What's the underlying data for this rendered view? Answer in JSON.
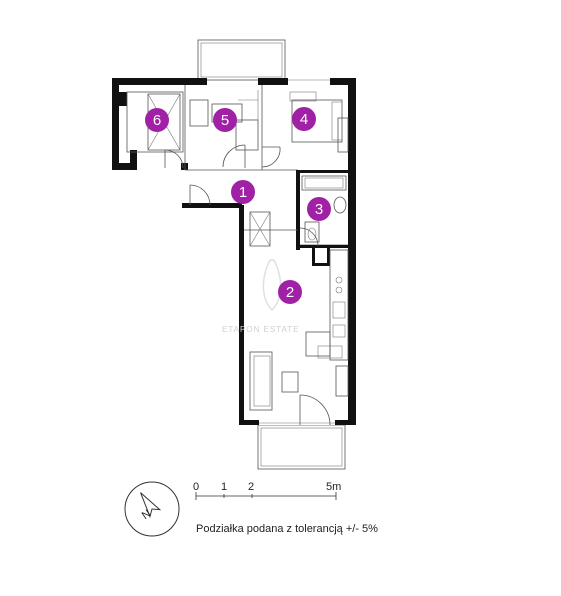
{
  "colors": {
    "accent": "#a020a6",
    "wall": "#111111",
    "line": "#555555"
  },
  "rooms": [
    {
      "id": "1",
      "label": "1"
    },
    {
      "id": "2",
      "label": "2"
    },
    {
      "id": "3",
      "label": "3"
    },
    {
      "id": "4",
      "label": "4"
    },
    {
      "id": "5",
      "label": "5"
    },
    {
      "id": "6",
      "label": "6"
    }
  ],
  "scale": {
    "ticks": [
      "0",
      "1",
      "2",
      "5m"
    ]
  },
  "compass": {
    "label": "N",
    "icon": "north-arrow-icon"
  },
  "watermark": {
    "text": "ETAPON ESTATE"
  },
  "tolerance_note": "Podziałka podana z tolerancją +/- 5%"
}
